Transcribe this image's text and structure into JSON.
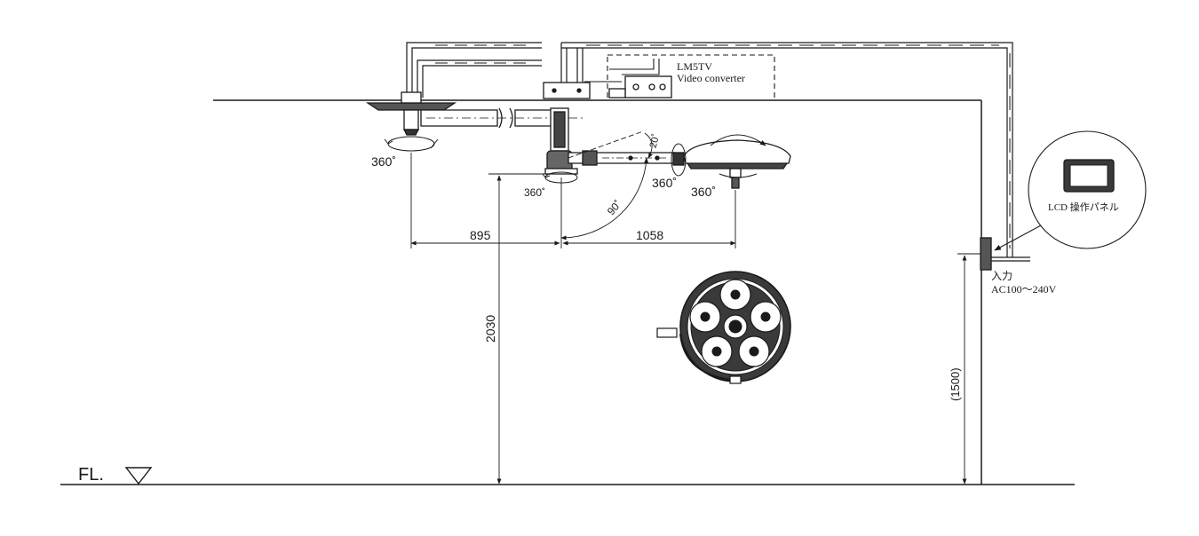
{
  "floor": {
    "label": "FL."
  },
  "converter": {
    "model": "LM5TV",
    "name": "Video converter"
  },
  "panel": {
    "label": "LCD 操作パネル"
  },
  "power": {
    "label": "入力",
    "spec": "AC100～240V"
  },
  "rotations": {
    "ceiling_mount": "360˚",
    "joint": "360˚",
    "head_yoke": "360˚",
    "handle": "360˚",
    "arm_tilt_up": "20˚",
    "arm_swing": "90˚"
  },
  "dimensions": {
    "arm_horizontal": "895",
    "head_reach": "1058",
    "mount_height": "2030",
    "panel_height": "(1500)"
  },
  "colors": {
    "line": "#1a1a1a",
    "background": "#ffffff"
  }
}
